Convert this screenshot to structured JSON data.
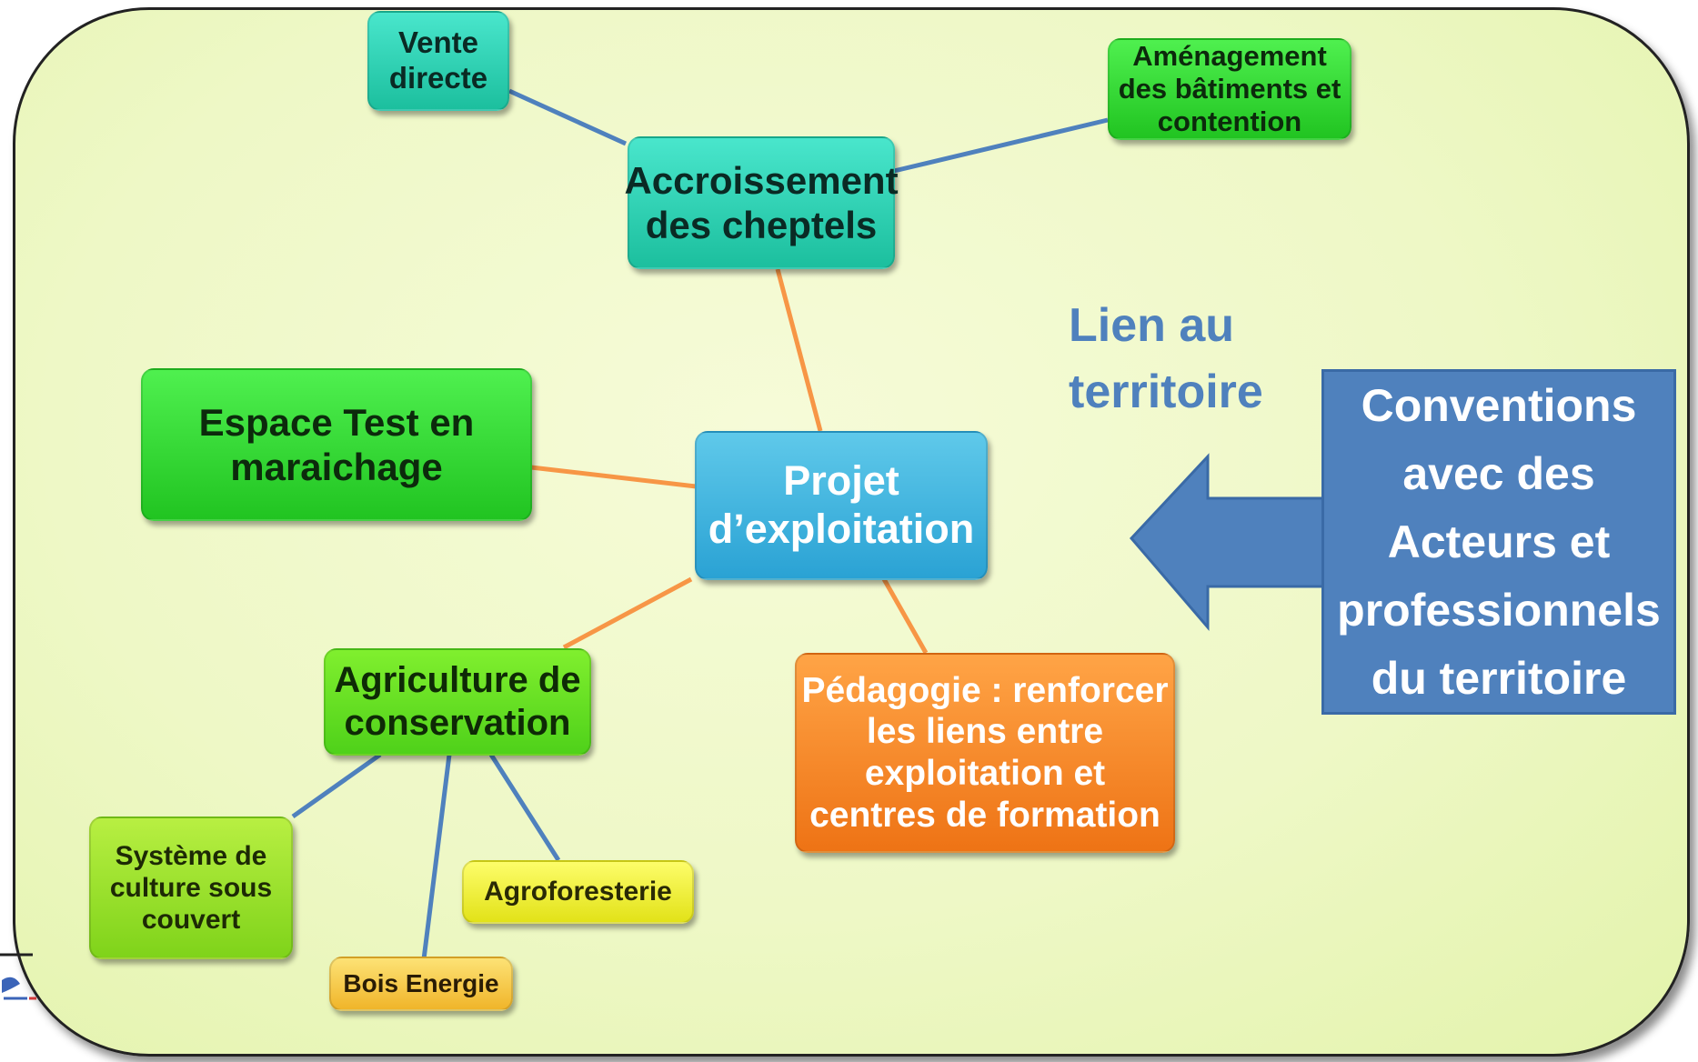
{
  "nodes": {
    "vente": "Vente\ndirecte",
    "amenagement": "Aménagement\ndes bâtiments et\ncontention",
    "accroissement": "Accroissement\ndes cheptels",
    "espace": "Espace Test en\nmaraichage",
    "projet": "Projet\nd’exploitation",
    "agriculture": "Agriculture de\nconservation",
    "pedagogie": "Pédagogie : renforcer\nles liens entre\nexploitation et\ncentres de formation",
    "systeme": "Système de\nculture sous\ncouvert",
    "agroforesterie": "Agroforesterie",
    "bois": "Bois Energie"
  },
  "side_label": "Lien au\nterritoire",
  "conventions": "Conventions\navec des\nActeurs et\nprofessionnels\ndu territoire",
  "colors": {
    "link_blue": "#4f81bd",
    "link_orange": "#f79646",
    "arrow_fill": "#4f81bd",
    "side_label": "#4f81bd"
  }
}
